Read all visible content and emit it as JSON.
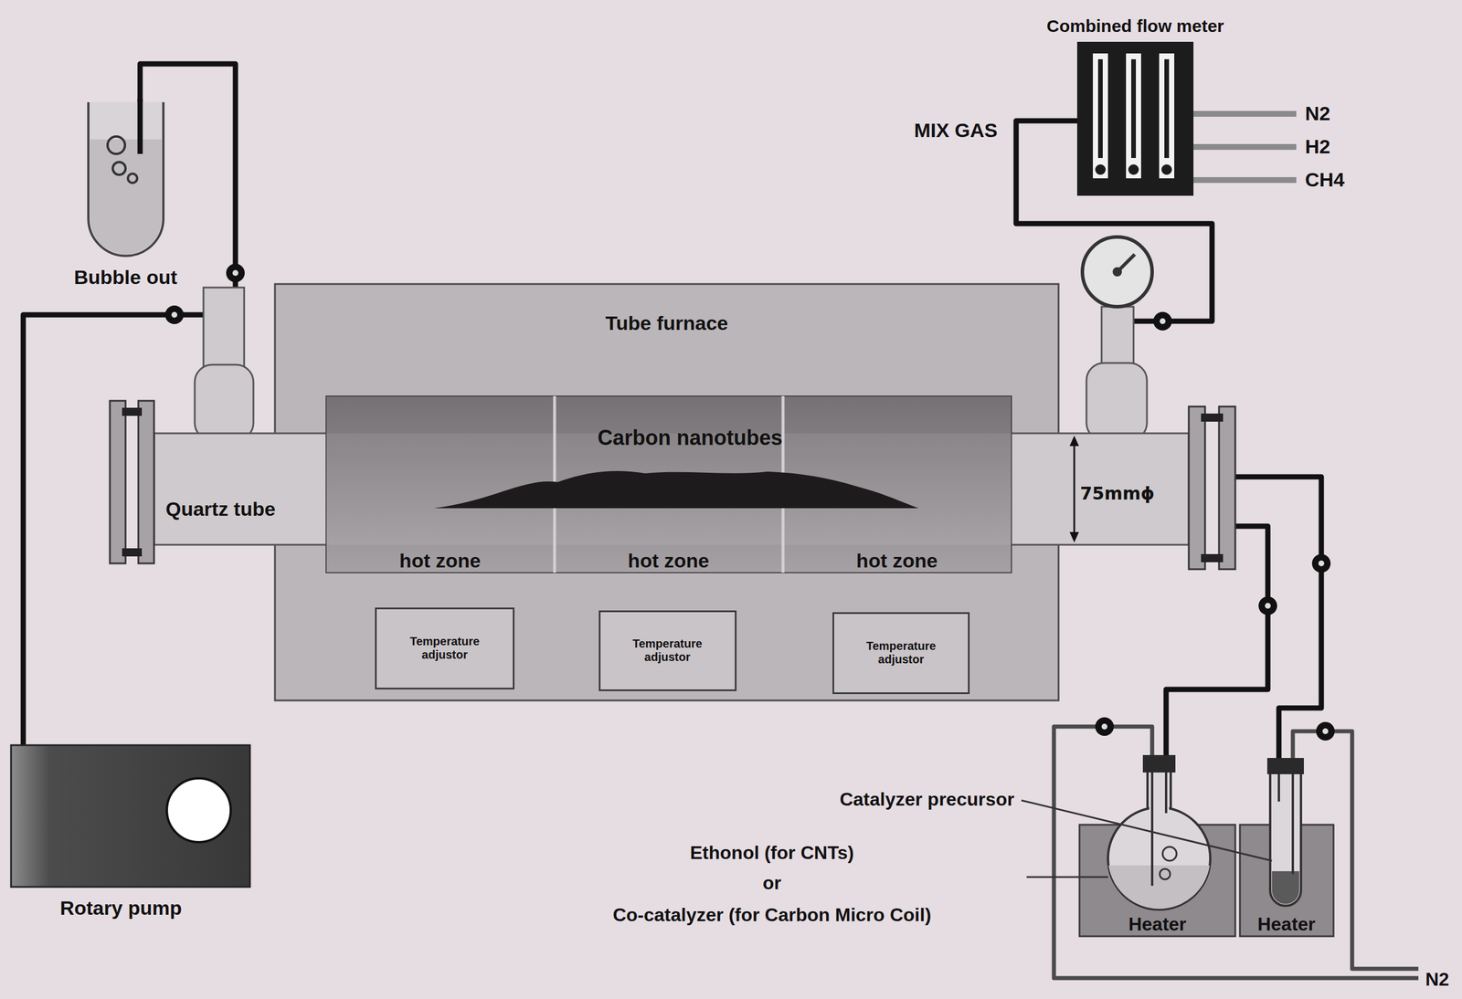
{
  "diagram": {
    "nodes": [
      {
        "text": [
          "Combined flow meter"
        ]
      },
      {
        "text": [
          "Bubble out"
        ]
      },
      {
        "text": [
          "Tube furnace"
        ]
      },
      {
        "text": [
          "Quartz tube"
        ]
      },
      {
        "text": [
          "hot zone"
        ],
        "in": 2
      },
      {
        "text": [
          "hot zone"
        ],
        "in": 2
      },
      {
        "text": [
          "hot zone"
        ],
        "in": 2
      },
      {
        "text": [
          "Temperature adjustor"
        ],
        "in": 2
      },
      {
        "text": [
          "Temperature adjustor"
        ],
        "in": 2
      },
      {
        "text": [
          "Temperature adjustor"
        ],
        "in": 2
      },
      {
        "text": [
          "Rotary pump"
        ]
      },
      {
        "text": [
          "Heater"
        ]
      },
      {
        "text": [
          "Heater"
        ]
      }
    ],
    "edges": [
      {
        "from": 0,
        "to": 3,
        "arrow": "none"
      },
      {
        "from": 1,
        "to": 3,
        "arrow": "none"
      },
      {
        "from": 10,
        "to": 3,
        "arrow": "none"
      },
      {
        "from": 11,
        "to": 3,
        "arrow": "none"
      },
      {
        "from": 12,
        "to": 3,
        "arrow": "none"
      }
    ],
    "labels": [
      "MIX GAS",
      "N2",
      "H2",
      "CH4",
      "Carbon nanotubes",
      "75mmϕ",
      "Catalyzer precursor",
      "Ethonol (for CNTs)",
      "or",
      "Co-catalyzer (for Carbon Micro Coil)",
      "N2"
    ]
  }
}
